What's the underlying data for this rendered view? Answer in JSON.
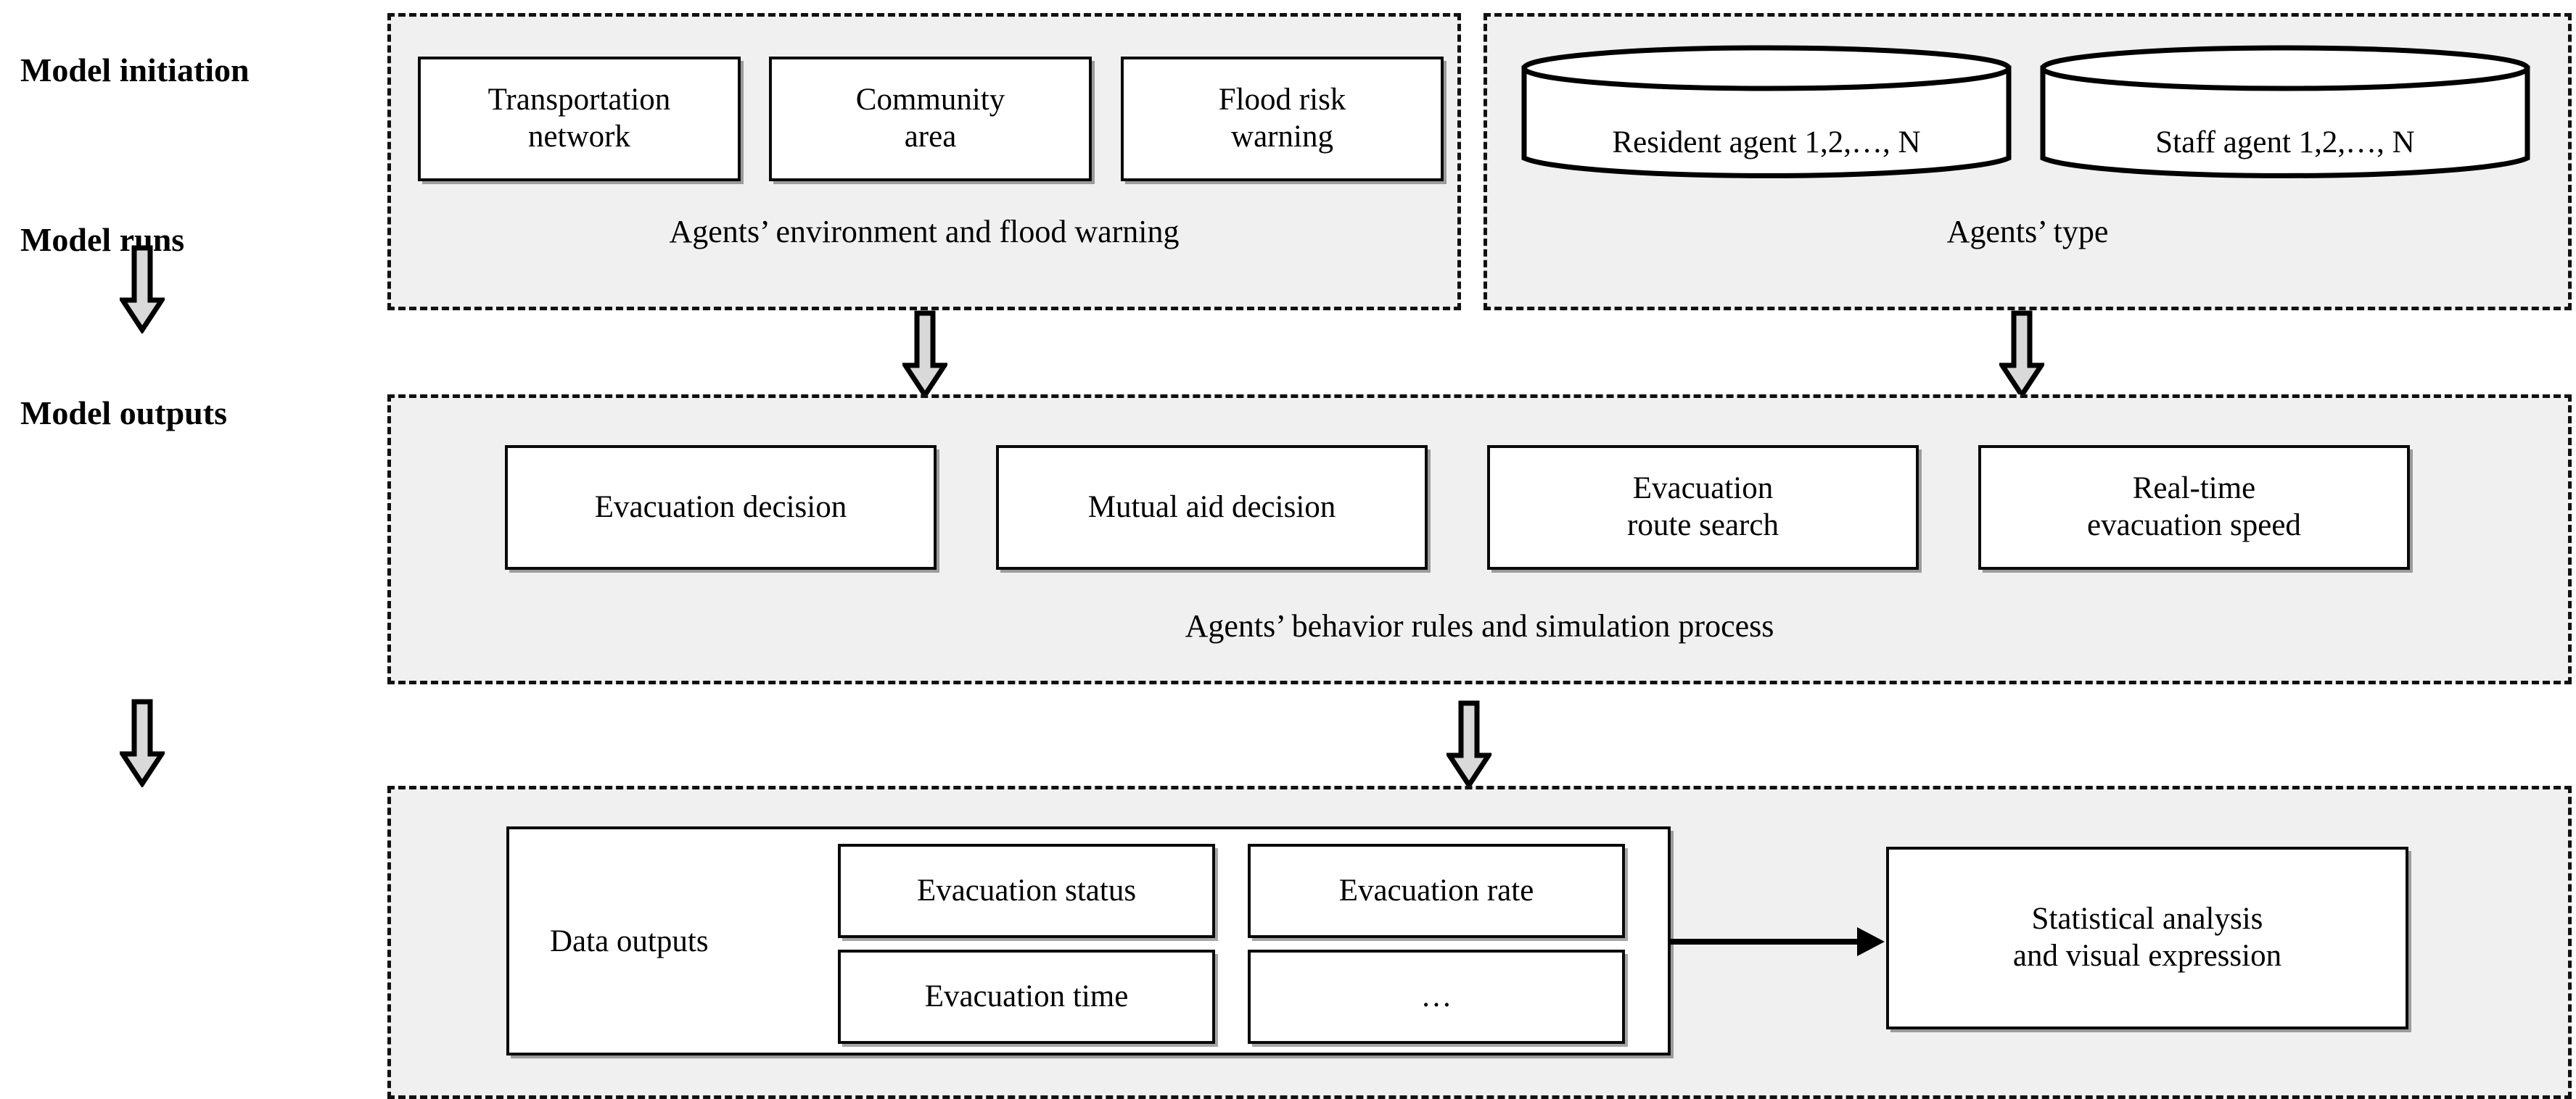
{
  "diagram": {
    "title": "Agent-based flood evacuation model framework",
    "background_color": "#ffffff",
    "panel_fill": "#f0f0f0",
    "stroke_color": "#000000",
    "arrow_fill": "#d9d9d9"
  },
  "stages": [
    {
      "id": "model-initiation",
      "label": "Model initiation"
    },
    {
      "id": "model-runs",
      "label": "Model runs"
    },
    {
      "id": "model-outputs",
      "label": "Model outputs"
    }
  ],
  "initiation": {
    "environment_panel": {
      "caption": "Agents’ environment and flood warning",
      "boxes": [
        {
          "id": "transportation-network",
          "lines": [
            "Transportation",
            "network"
          ]
        },
        {
          "id": "community-area",
          "lines": [
            "Community",
            "area"
          ]
        },
        {
          "id": "flood-risk-warning",
          "lines": [
            "Flood risk",
            "warning"
          ]
        }
      ]
    },
    "agent_type_panel": {
      "caption": "Agents’ type",
      "cylinders": [
        {
          "id": "resident-agent",
          "label": "Resident agent 1,2,…, N"
        },
        {
          "id": "staff-agent",
          "label": "Staff agent 1,2,…, N"
        }
      ]
    }
  },
  "runs": {
    "caption": "Agents’ behavior rules and simulation process",
    "boxes": [
      {
        "id": "evacuation-decision",
        "lines": [
          "Evacuation decision"
        ]
      },
      {
        "id": "mutual-aid-decision",
        "lines": [
          "Mutual aid decision"
        ]
      },
      {
        "id": "evacuation-route-search",
        "lines": [
          "Evacuation",
          "route search"
        ]
      },
      {
        "id": "real-time-evacuation-speed",
        "lines": [
          "Real-time",
          "evacuation speed"
        ]
      }
    ]
  },
  "outputs": {
    "data_outputs_label": "Data outputs",
    "data_boxes": [
      {
        "id": "evacuation-status",
        "lines": [
          "Evacuation status"
        ]
      },
      {
        "id": "evacuation-rate",
        "lines": [
          "Evacuation rate"
        ]
      },
      {
        "id": "evacuation-time",
        "lines": [
          "Evacuation time"
        ]
      },
      {
        "id": "ellipsis",
        "lines": [
          "…"
        ]
      }
    ],
    "result_box": {
      "id": "statistical-analysis",
      "lines": [
        "Statistical analysis",
        "and visual expression"
      ]
    }
  },
  "connectors": [
    {
      "id": "arrow-initiation-to-runs-left",
      "type": "block-arrow",
      "direction": "down"
    },
    {
      "id": "arrow-environment-to-runs",
      "type": "block-arrow",
      "direction": "down"
    },
    {
      "id": "arrow-agenttype-to-runs",
      "type": "block-arrow",
      "direction": "down"
    },
    {
      "id": "arrow-runs-to-outputs-left",
      "type": "block-arrow",
      "direction": "down"
    },
    {
      "id": "arrow-runs-to-outputs-center",
      "type": "block-arrow",
      "direction": "down"
    },
    {
      "id": "arrow-data-to-statistics",
      "type": "line-arrow",
      "direction": "right"
    }
  ]
}
